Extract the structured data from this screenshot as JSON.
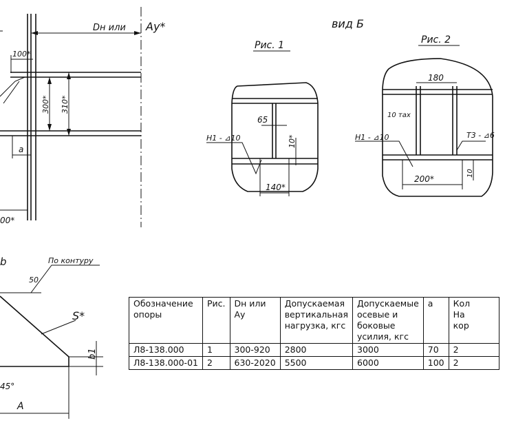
{
  "labels": {
    "dn_or_ay": "Dн или",
    "ay": "Aу*",
    "view_b": "вид Б",
    "fig1": "Рис. 1",
    "fig2": "Рис. 2",
    "dim_100": "100*",
    "dim_300": "300*",
    "dim_310": "310*",
    "dim_a": "a",
    "dim_00": "00*",
    "dim_65": "65",
    "dim_10v": "10*",
    "dim_140": "140*",
    "weld_h1_1": "H1 - ⊿10",
    "dim_180": "180",
    "dim_10x": "10 тах",
    "weld_h1_2": "H1 - ⊿10",
    "weld_t3": "T3 - ⊿6",
    "dim_200": "200*",
    "dim_10r": "10",
    "b_top": "b",
    "contour": "По контуру",
    "dim_50": "50",
    "s_star": "S*",
    "b1": "b1",
    "deg45": "45°",
    "A": "A"
  },
  "table": {
    "headers": [
      "Обозначение\nопоры",
      "Рис.",
      "Dн или\nAу",
      "Допускаемая\nвертикальная\nнагрузка, кгс",
      "Допускаемые\nосевые и\nбоковые\nусилия, кгс",
      "a",
      "Кол\nНа\nкор"
    ],
    "rows": [
      [
        "Л8-138.000",
        "1",
        "300-920",
        "2800",
        "3000",
        "70",
        "2"
      ],
      [
        "Л8-138.000-01",
        "2",
        "630-2020",
        "5500",
        "6000",
        "100",
        "2"
      ]
    ]
  }
}
